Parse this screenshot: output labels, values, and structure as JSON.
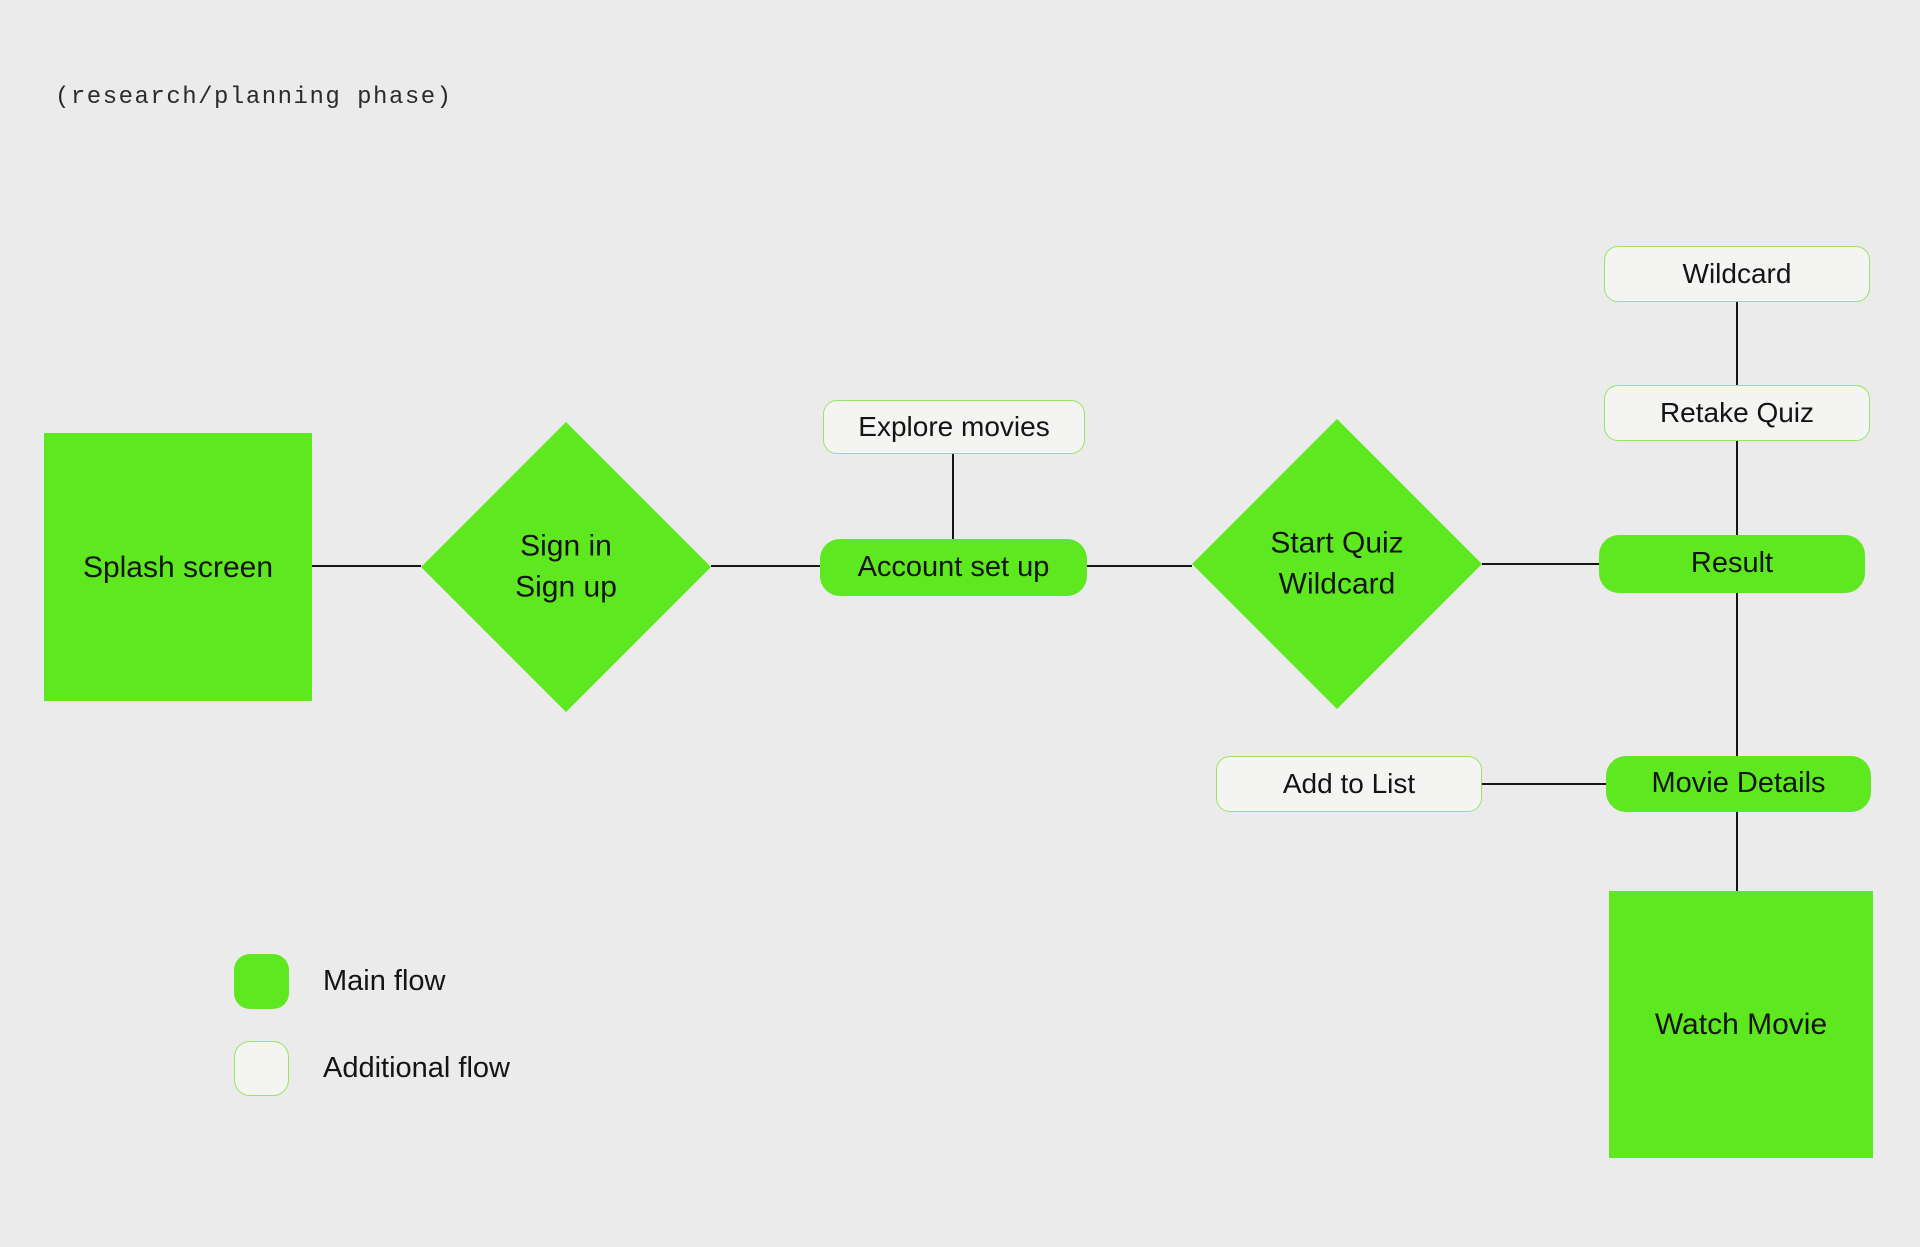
{
  "phase_label": "(research/planning phase)",
  "colors": {
    "background": "#EBEBEB",
    "main_green": "#5DE820",
    "additional_fill": "#F4F4F2",
    "additional_border": "#97E561",
    "line_color": "#161616",
    "text_color": "#141414"
  },
  "nodes": {
    "splash_screen": {
      "label": "Splash screen",
      "flow": "main"
    },
    "sign_in_sign_up": {
      "line1": "Sign in",
      "line2": "Sign up",
      "flow": "main"
    },
    "explore_movies": {
      "label": "Explore movies",
      "flow": "additional"
    },
    "account_set_up": {
      "label": "Account set up",
      "flow": "main"
    },
    "start_quiz_wildcard": {
      "line1": "Start Quiz",
      "line2": "Wildcard",
      "flow": "main"
    },
    "wildcard": {
      "label": "Wildcard",
      "flow": "additional"
    },
    "retake_quiz": {
      "label": "Retake Quiz",
      "flow": "additional"
    },
    "result": {
      "label": "Result",
      "flow": "main"
    },
    "add_to_list": {
      "label": "Add to List",
      "flow": "additional"
    },
    "movie_details": {
      "label": "Movie Details",
      "flow": "main"
    },
    "watch_movie": {
      "label": "Watch Movie",
      "flow": "main"
    }
  },
  "legend": {
    "main_flow": "Main flow",
    "additional_flow": "Additional flow"
  }
}
